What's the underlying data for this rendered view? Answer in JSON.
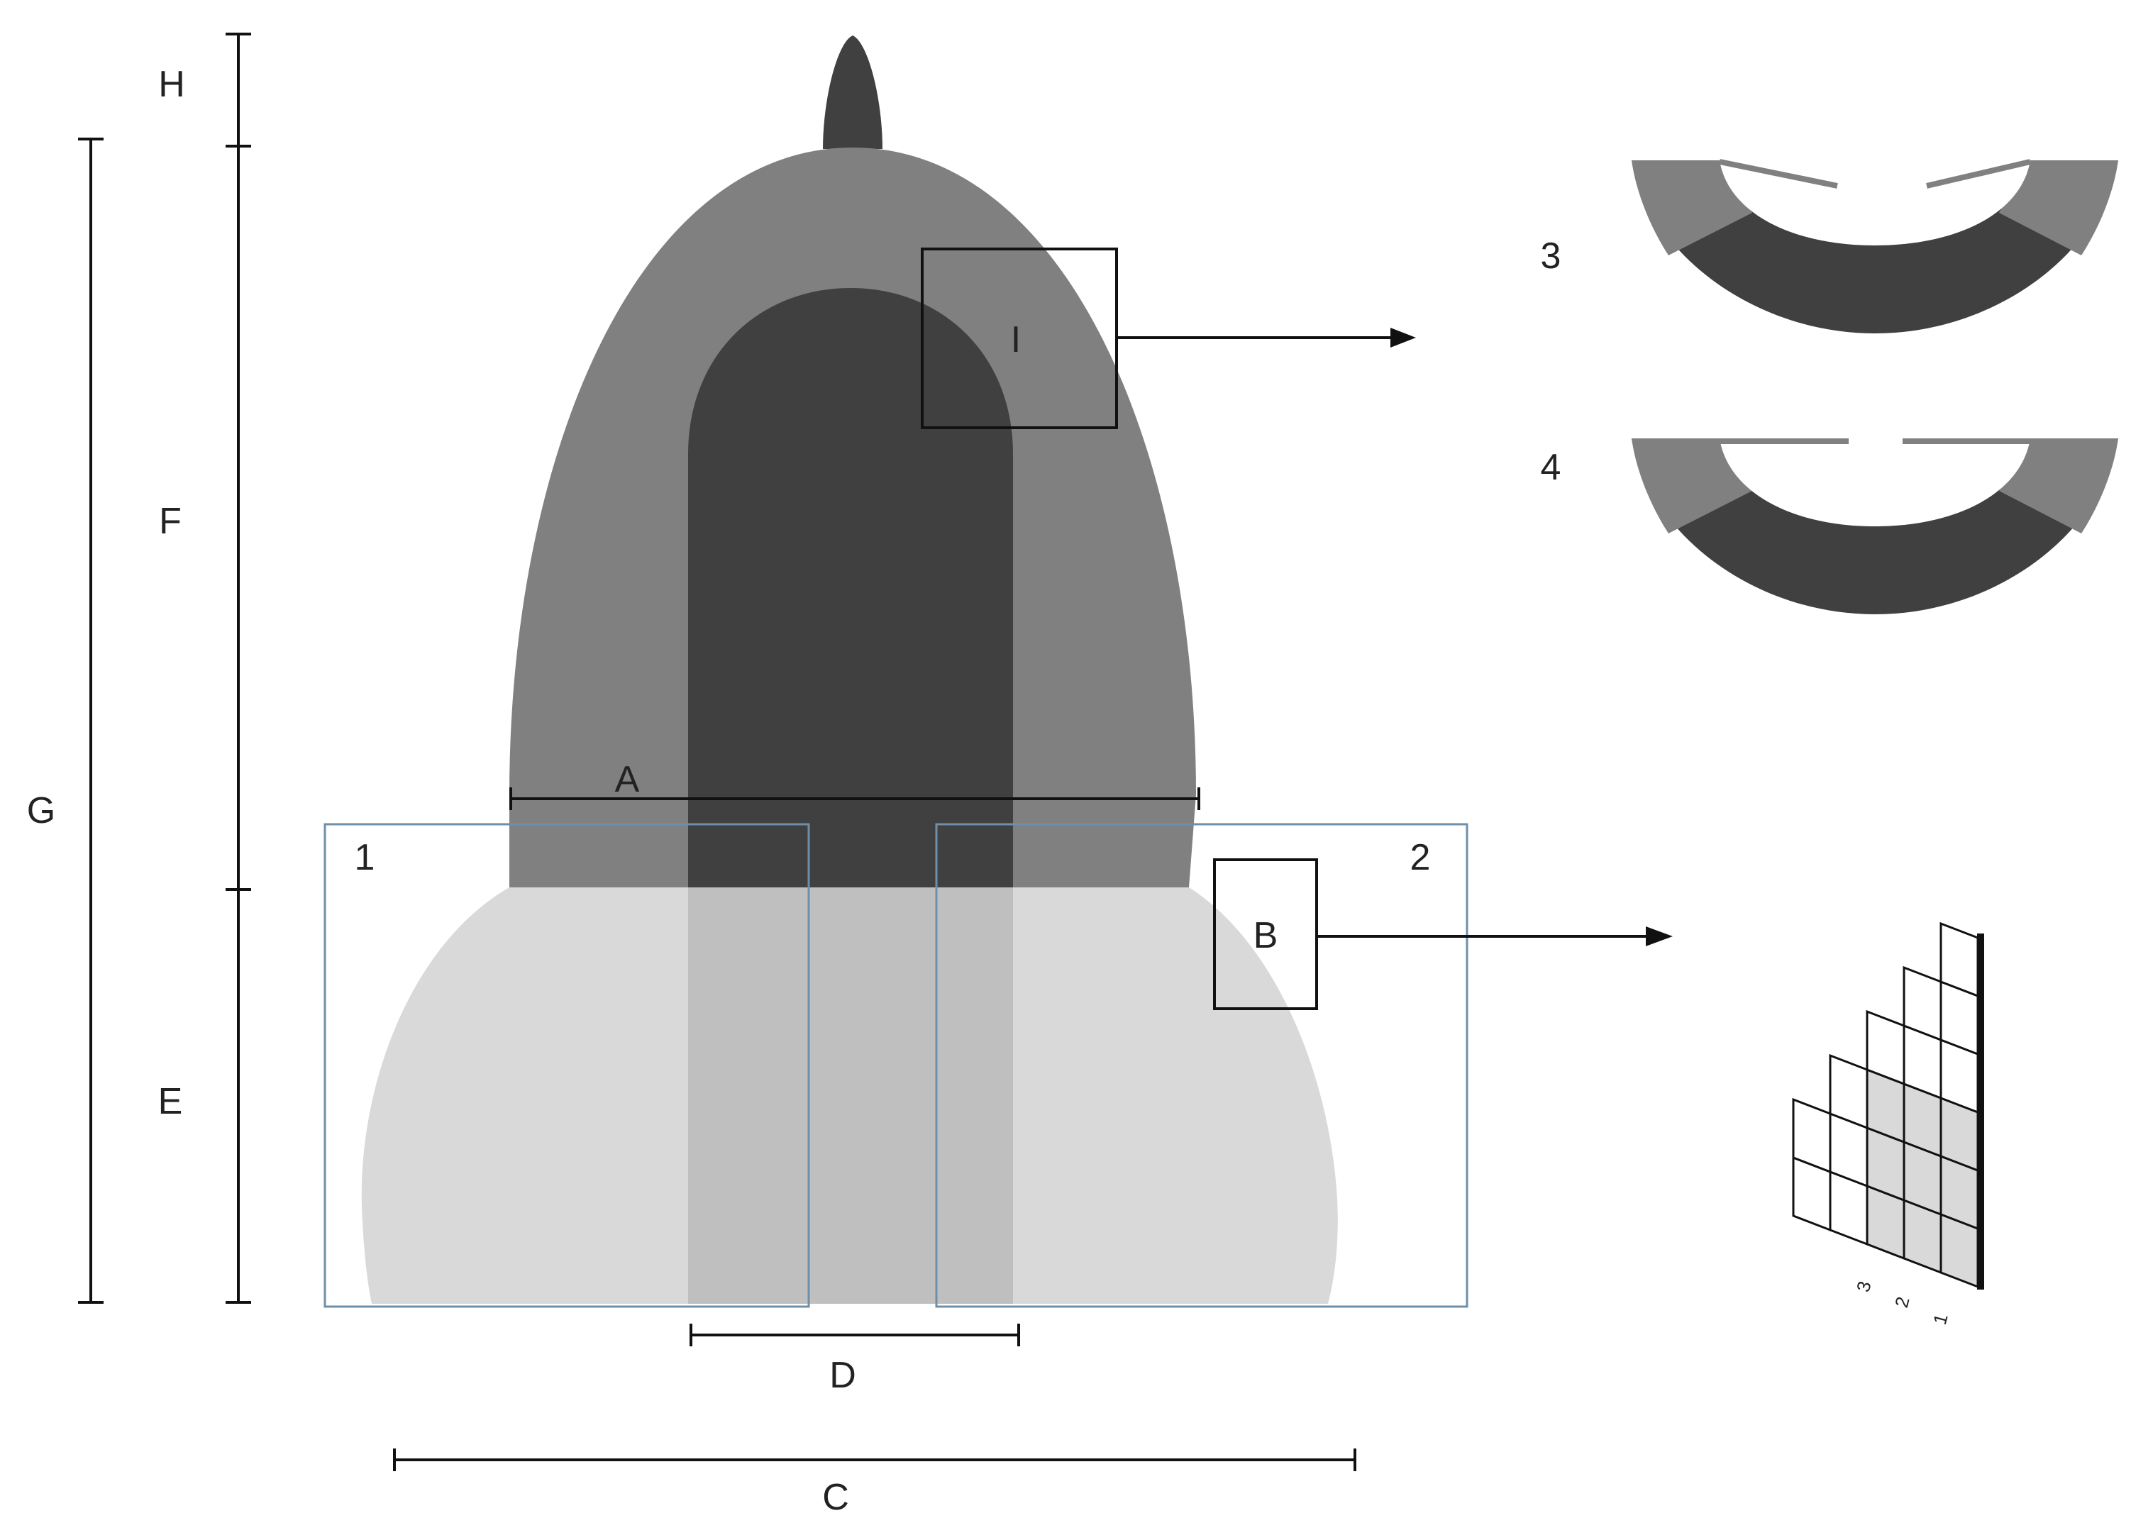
{
  "labels": {
    "A": "A",
    "B": "B",
    "C": "C",
    "D": "D",
    "E": "E",
    "F": "F",
    "G": "G",
    "H": "H",
    "I": "I",
    "region1": "1",
    "region2": "2",
    "detail3": "3",
    "detail4": "4",
    "grid1": "1",
    "grid2": "2",
    "grid3": "3"
  },
  "colors": {
    "outer_shell": "#808080",
    "inner_core": "#404040",
    "lower_body": "#d9d9d9",
    "lower_core": "#bfbfbf",
    "grid_fill": "#d9d9d9",
    "region_box": "#6f8fa8",
    "line": "#111111"
  }
}
